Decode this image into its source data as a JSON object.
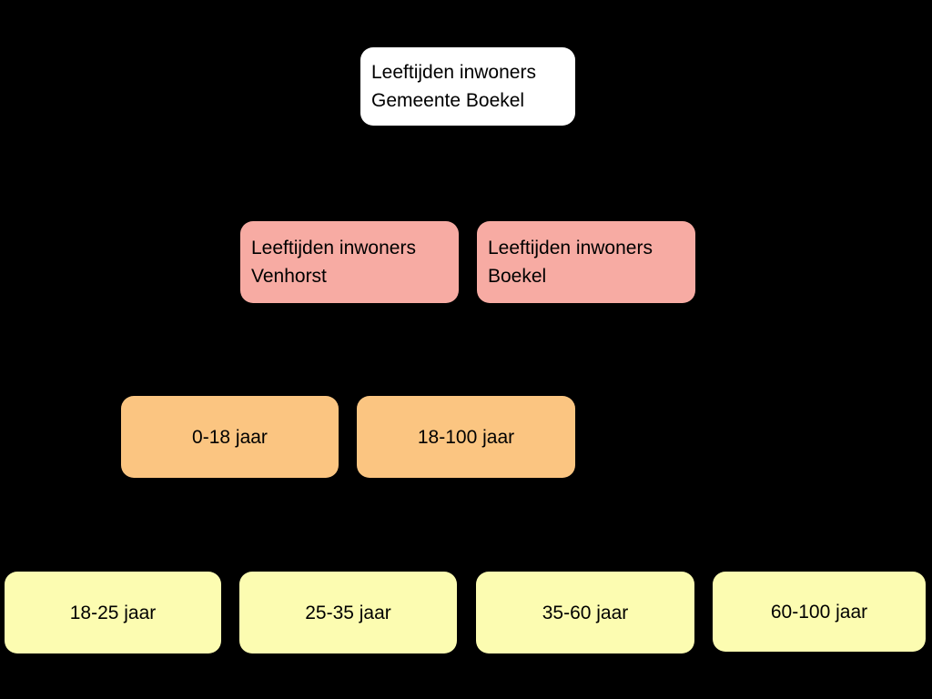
{
  "canvas": {
    "background": "#000000"
  },
  "palette": {
    "root_fill": "#ffffff",
    "village_fill": "#f7aba3",
    "age_group_fill": "#fbc581",
    "age_detail_fill": "#fcfcb1",
    "text_color": "#000000"
  },
  "diagram": {
    "type": "hierarchy-tree",
    "root": {
      "line1": "Leeftijden inwoners",
      "line2": "Gemeente Boekel"
    },
    "villages": [
      {
        "line1": "Leeftijden inwoners",
        "line2": "Venhorst"
      },
      {
        "line1": "Leeftijden inwoners",
        "line2": "Boekel"
      }
    ],
    "age_groups": [
      {
        "label": "0-18 jaar"
      },
      {
        "label": "18-100 jaar"
      }
    ],
    "age_details": [
      {
        "label": "18-25 jaar"
      },
      {
        "label": "25-35 jaar"
      },
      {
        "label": "35-60 jaar"
      },
      {
        "label": "60-100 jaar"
      }
    ]
  }
}
